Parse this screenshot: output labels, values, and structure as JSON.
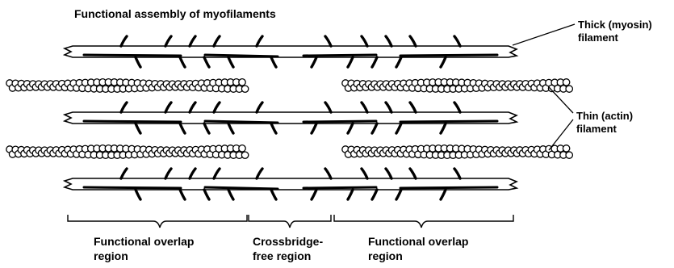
{
  "title": "Functional assembly of myofilaments",
  "labels": {
    "thick_line1": "Thick (myosin)",
    "thick_line2": "filament",
    "thin_line1": "Thin (actin)",
    "thin_line2": "filament"
  },
  "regions": [
    {
      "line1": "Functional overlap",
      "line2": "region"
    },
    {
      "line1": "Crossbridge-",
      "line2": "free region"
    },
    {
      "line1": "Functional overlap",
      "line2": "region"
    }
  ],
  "colors": {
    "ink": "#000000",
    "background": "#ffffff"
  }
}
